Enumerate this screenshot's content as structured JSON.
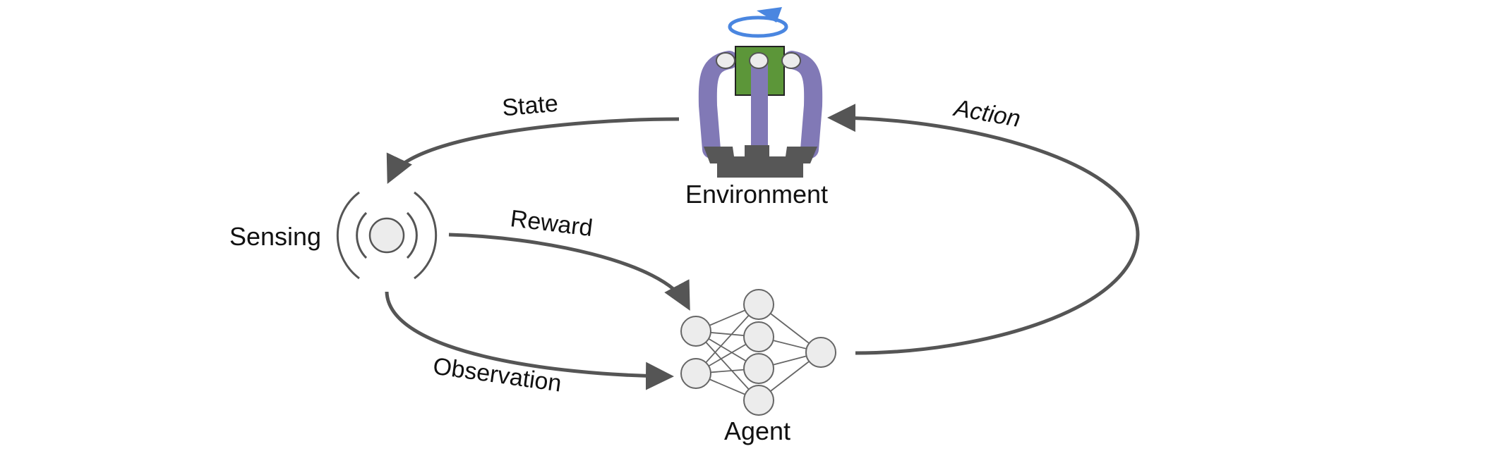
{
  "labels": {
    "environment": "Environment",
    "state": "State",
    "sensing": "Sensing",
    "reward": "Reward",
    "observation": "Observation",
    "agent": "Agent",
    "action": "Action"
  },
  "colors": {
    "arrow": "#555555",
    "finger": "#8179b6",
    "object": "#5c9639",
    "base": "#575757",
    "rotation": "#4a86e0",
    "node_fill": "#ececec",
    "node_stroke": "#666666"
  },
  "icons": {
    "environment": "robot-hand-icon",
    "rotation": "rotate-arrow-icon",
    "sensing": "sensor-icon",
    "agent": "neural-network-icon"
  }
}
